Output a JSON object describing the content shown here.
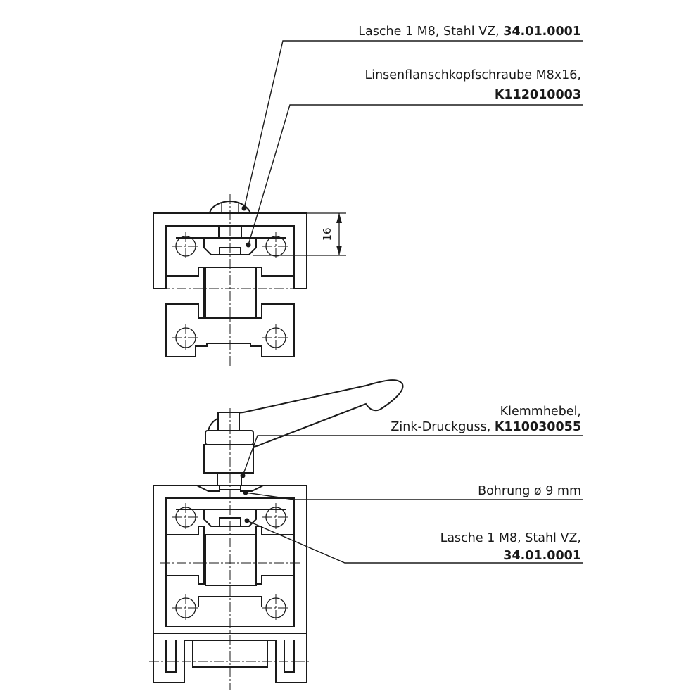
{
  "labels": {
    "top_lasche": {
      "text": "Lasche 1 M8, Stahl VZ, ",
      "code": "34.01.0001"
    },
    "screw": {
      "line1": "Linsenflanschkopfschraube M8x16,",
      "code": "K112010003"
    },
    "dimension": {
      "value": "16"
    },
    "lever": {
      "line1": "Klemmhebel,",
      "line2": "Zink-Druckguss, ",
      "code": "K110030055"
    },
    "bore": {
      "text": "Bohrung ø 9 mm"
    },
    "bottom_lasche": {
      "line1": "Lasche 1 M8, Stahl VZ,",
      "code": "34.01.0001"
    }
  }
}
